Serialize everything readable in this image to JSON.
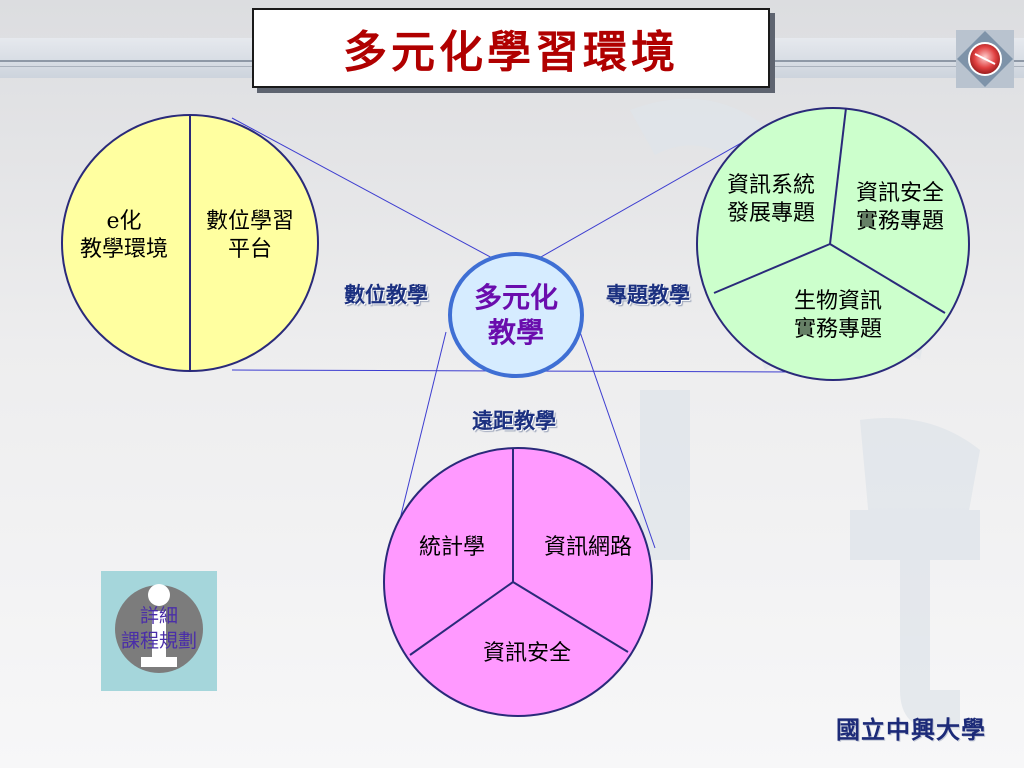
{
  "title": "多元化學習環境",
  "center": {
    "line1": "多元化",
    "line2": "教學"
  },
  "connectors": {
    "digital": "數位教學",
    "project": "專題教學",
    "distance": "遠距教學"
  },
  "left_circle": {
    "seg1_line1": "e化",
    "seg1_line2": "教學環境",
    "seg2_line1": "數位學習",
    "seg2_line2": "平台"
  },
  "right_circle": {
    "seg1_line1": "資訊系統",
    "seg1_line2": "發展專題",
    "seg2_line1": "資訊安全",
    "seg2_line2": "實務專題",
    "seg3_line1": "生物資訊",
    "seg3_line2": "實務專題"
  },
  "bottom_circle": {
    "seg1": "統計學",
    "seg2": "資訊網路",
    "seg3": "資訊安全"
  },
  "detail_button": {
    "line1": "詳細",
    "line2": "課程規劃"
  },
  "school": "國立中興大學",
  "colors": {
    "title": "#b00000",
    "left_circle_fill": "#ffffa0",
    "right_circle_fill": "#ccffcc",
    "bottom_circle_fill": "#ff99ff",
    "hub_fill": "#d6ecff",
    "hub_border": "#3f6fd4",
    "hub_text": "#6a0dad",
    "link_lines": "#3d3dd0",
    "connector_text": "#1b3080"
  }
}
